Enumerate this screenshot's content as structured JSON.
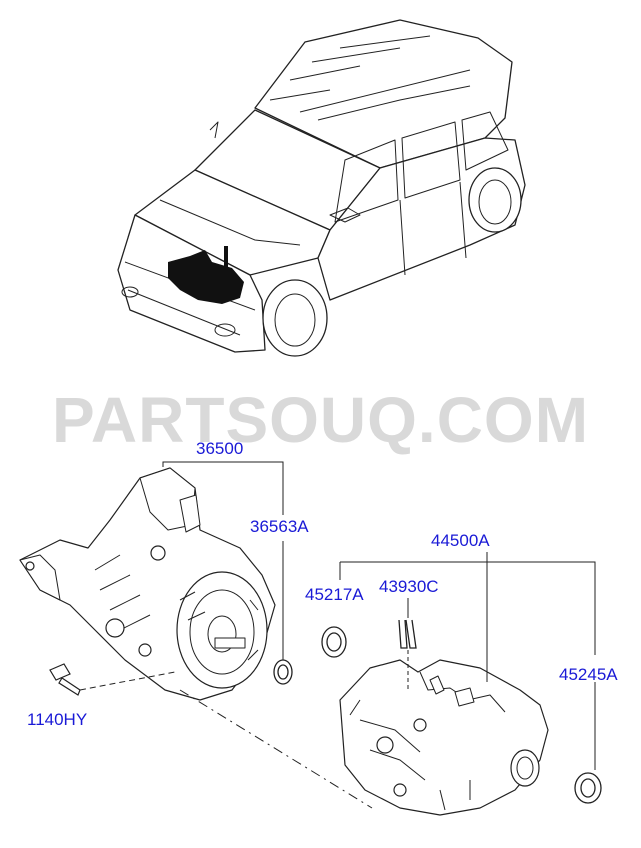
{
  "watermark": "PARTSOUQ.COM",
  "callouts": {
    "c36500": "36500",
    "c36563A": "36563A",
    "c44500A": "44500A",
    "c45217A": "45217A",
    "c43930C": "43930C",
    "c45245A": "45245A",
    "c1140HY": "1140HY"
  },
  "colors": {
    "link": "#1a1ad6",
    "text": "#111111",
    "line": "#222222",
    "watermark": "#d9d9d9"
  }
}
